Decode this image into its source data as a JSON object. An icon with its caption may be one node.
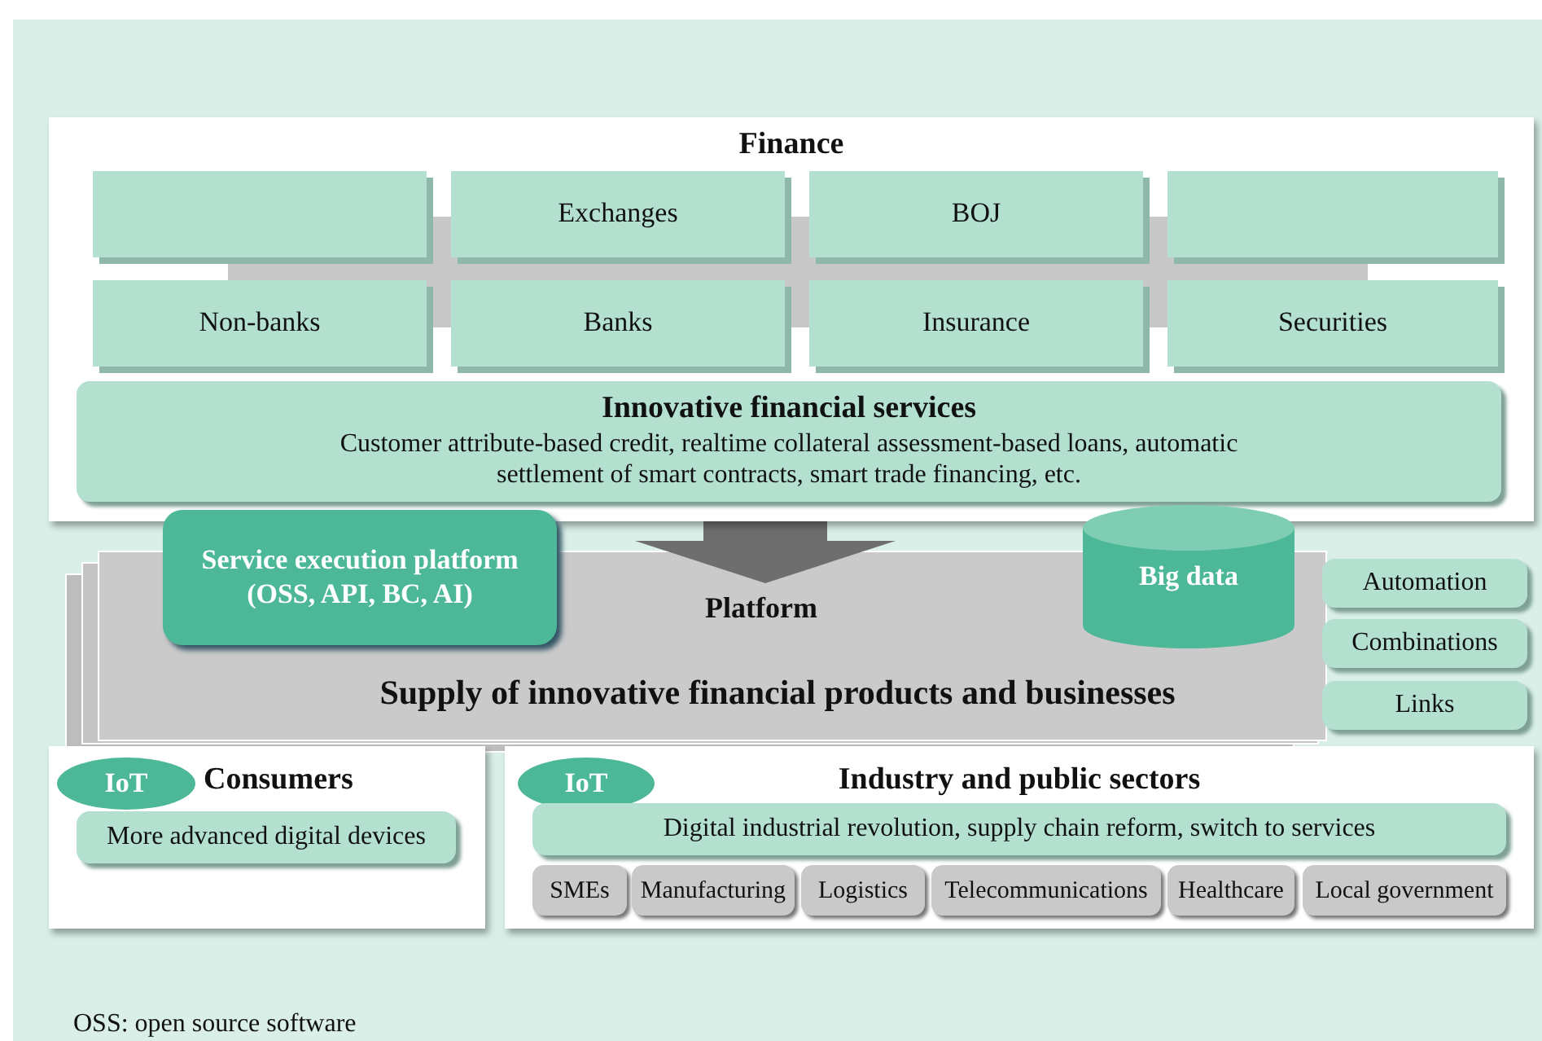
{
  "diagram": {
    "nodes": [
      {
        "text": [
          "Finance"
        ]
      },
      {
        "text": [],
        "shape": "box",
        "in": 0
      },
      {
        "text": [
          "Exchanges"
        ],
        "in": 0
      },
      {
        "text": [
          "BOJ"
        ],
        "in": 0
      },
      {
        "text": [],
        "shape": "box",
        "in": 0
      },
      {
        "text": [
          "Non-banks"
        ],
        "in": 0
      },
      {
        "text": [
          "Banks"
        ],
        "in": 0
      },
      {
        "text": [
          "Insurance"
        ],
        "in": 0
      },
      {
        "text": [
          "Securities"
        ],
        "in": 0
      },
      {
        "text": [
          "Innovative financial services",
          "Customer attribute-based credit, realtime collateral assessment-based loans, automatic settlement of smart contracts, smart trade financing, etc."
        ],
        "in": 0
      },
      {
        "text": [
          "Service execution platform (OSS, API, BC, AI)"
        ]
      },
      {
        "text": [
          "Platform",
          "Supply of innovative financial products and businesses"
        ]
      },
      {
        "text": [
          "Big data"
        ]
      },
      {
        "text": [
          "Automation"
        ]
      },
      {
        "text": [
          "Combinations"
        ]
      },
      {
        "text": [
          "Links"
        ]
      },
      {
        "text": [
          "Consumers"
        ]
      },
      {
        "text": [
          "IoT"
        ],
        "in": 16
      },
      {
        "text": [
          "More advanced digital devices"
        ],
        "in": 16
      },
      {
        "text": [
          "Industry and public sectors"
        ]
      },
      {
        "text": [
          "IoT"
        ],
        "in": 19
      },
      {
        "text": [
          "Digital industrial revolution, supply chain reform, switch to services"
        ],
        "in": 19
      },
      {
        "text": [
          "SMEs"
        ],
        "in": 19
      },
      {
        "text": [
          "Manufacturing"
        ],
        "in": 19
      },
      {
        "text": [
          "Logistics"
        ],
        "in": 19
      },
      {
        "text": [
          "Telecommunications"
        ],
        "in": 19
      },
      {
        "text": [
          "Healthcare"
        ],
        "in": 19
      },
      {
        "text": [
          "Local government"
        ],
        "in": 19
      }
    ],
    "edges": [
      {
        "from": 0,
        "to": 11,
        "arrow": "to"
      }
    ],
    "labels": [
      "OSS: open source software"
    ]
  }
}
